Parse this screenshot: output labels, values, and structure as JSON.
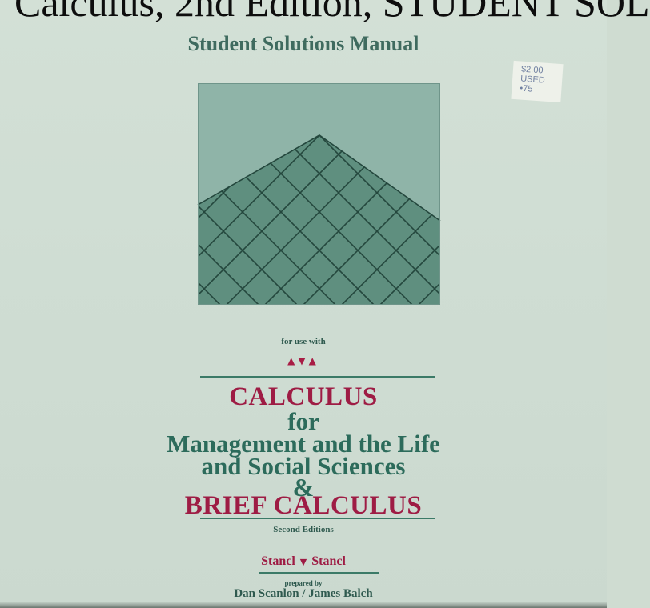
{
  "overlay_title": "Calculus, 2nd Edition, STUDENT SOL",
  "cover": {
    "manual_title": "Student Solutions Manual",
    "for_use_with": "for use with",
    "triangles": "▲▼▲",
    "title_line1": "CALCULUS",
    "title_line2": "for",
    "title_line3": "Management and the Life",
    "title_line4": "and Social Sciences",
    "ampersand": "&",
    "title_line5": "BRIEF CALCULUS",
    "edition": "Second Editions",
    "author_1": "Stancl",
    "author_separator": "▼",
    "author_2": "Stancl",
    "prepared_by": "prepared by",
    "preparers": "Dan Scanlon / James Balch"
  },
  "price_sticker": {
    "line1": "$2.00",
    "line2": "USED",
    "line3": "•75"
  },
  "colors": {
    "background": "#cfdcd1",
    "teal_text": "#2c6b5b",
    "crimson_text": "#9e1c44",
    "art_light": "#8fb4a8",
    "art_dark": "#5f8f7f",
    "lattice_line": "#24473d"
  }
}
